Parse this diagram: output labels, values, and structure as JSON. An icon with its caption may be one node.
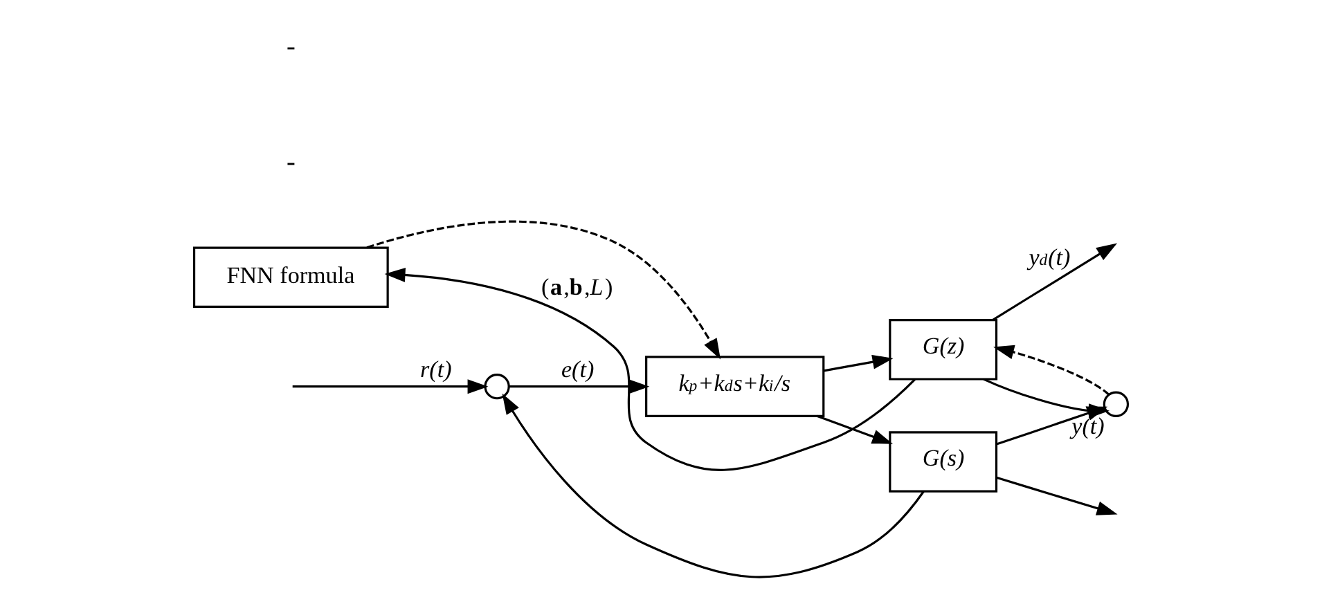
{
  "diagram": {
    "nodes": [
      {
        "text": [
          "FNN formula"
        ]
      },
      {
        "text": [],
        "shape": "circle"
      },
      {
        "text": [
          "k$_{p}$+k$_{d}$s+k$_{i}$/s"
        ]
      },
      {
        "text": [
          "G(z)"
        ]
      },
      {
        "text": [
          "G(s)"
        ]
      },
      {
        "text": [],
        "shape": "circle",
        "beside": [
          "y(t)"
        ]
      }
    ],
    "edges": [
      {
        "from": null,
        "to": 1,
        "arrow": "to",
        "label": "r(t)"
      },
      {
        "from": 1,
        "to": 2,
        "arrow": "to",
        "label": "e(t)"
      },
      {
        "from": 2,
        "to": 3,
        "arrow": "to"
      },
      {
        "from": 2,
        "to": 4,
        "arrow": "to"
      },
      {
        "from": 3,
        "to": null,
        "arrow": "to",
        "label": "y$_{d}$(t)"
      },
      {
        "from": 3,
        "to": 5,
        "arrow": "to"
      },
      {
        "from": 4,
        "to": 5,
        "arrow": "to"
      },
      {
        "from": 4,
        "to": null,
        "arrow": "to"
      },
      {
        "from": 4,
        "to": 1,
        "arrow": "to"
      },
      {
        "from": 3,
        "to": 0,
        "arrow": "to",
        "label": "(**a**,**b**,*L*)"
      },
      {
        "from": 5,
        "to": 3,
        "arrow": "to",
        "style": "dashed"
      },
      {
        "from": 0,
        "to": 2,
        "arrow": "to",
        "style": "dashed"
      }
    ],
    "labels": [
      "-",
      "-"
    ]
  }
}
